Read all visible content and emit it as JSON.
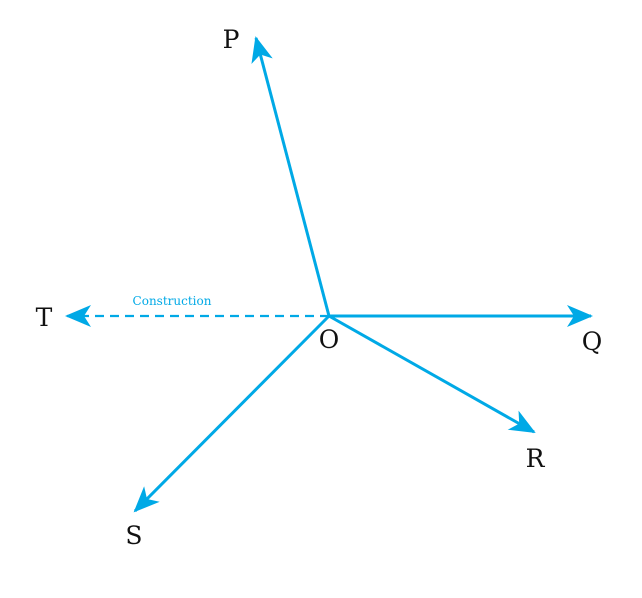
{
  "diagram": {
    "type": "vector-diagram",
    "origin_label": "O",
    "color": "#00a9e6",
    "label_color": "#111111",
    "annotation": "Construction",
    "vectors": [
      {
        "label": "P",
        "style": "solid"
      },
      {
        "label": "Q",
        "style": "solid"
      },
      {
        "label": "R",
        "style": "solid"
      },
      {
        "label": "S",
        "style": "solid"
      },
      {
        "label": "T",
        "style": "dashed"
      }
    ]
  }
}
